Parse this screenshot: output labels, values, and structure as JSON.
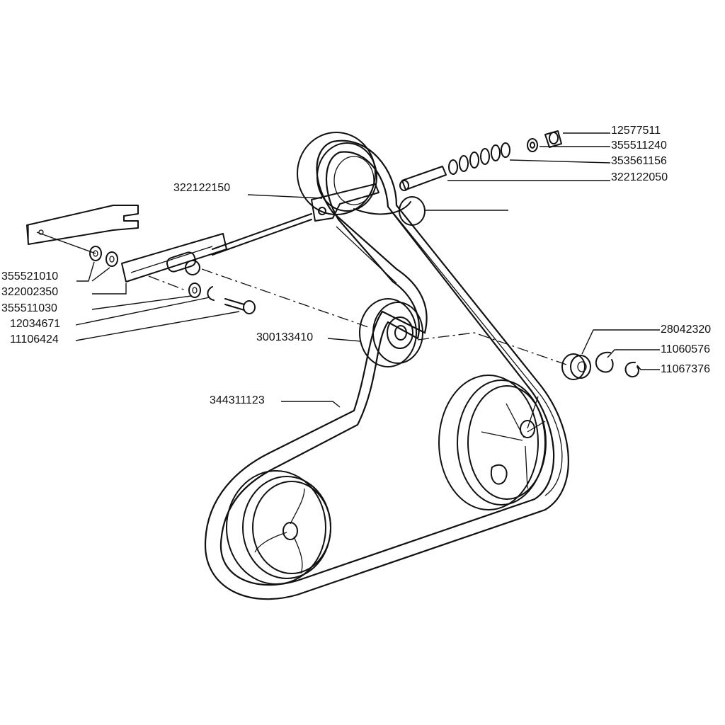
{
  "diagram": {
    "colors": {
      "ink": "#111111",
      "paper": "#ffffff"
    },
    "part_numbers": [
      {
        "id": "p12577511",
        "text": "12577511"
      },
      {
        "id": "p355511240",
        "text": "355511240"
      },
      {
        "id": "p353561156",
        "text": "353561156"
      },
      {
        "id": "p322122050",
        "text": "322122050"
      },
      {
        "id": "p322122150",
        "text": "322122150"
      },
      {
        "id": "p355521010",
        "text": "355521010"
      },
      {
        "id": "p322002350",
        "text": "322002350"
      },
      {
        "id": "p355511030",
        "text": "355511030"
      },
      {
        "id": "p12034671",
        "text": "12034671"
      },
      {
        "id": "p11106424",
        "text": "11106424"
      },
      {
        "id": "p300133410",
        "text": "300133410"
      },
      {
        "id": "p344311123",
        "text": "344311123"
      },
      {
        "id": "p28042320",
        "text": "28042320"
      },
      {
        "id": "p11060576",
        "text": "11060576"
      },
      {
        "id": "p11067376",
        "text": "11067376"
      }
    ]
  }
}
